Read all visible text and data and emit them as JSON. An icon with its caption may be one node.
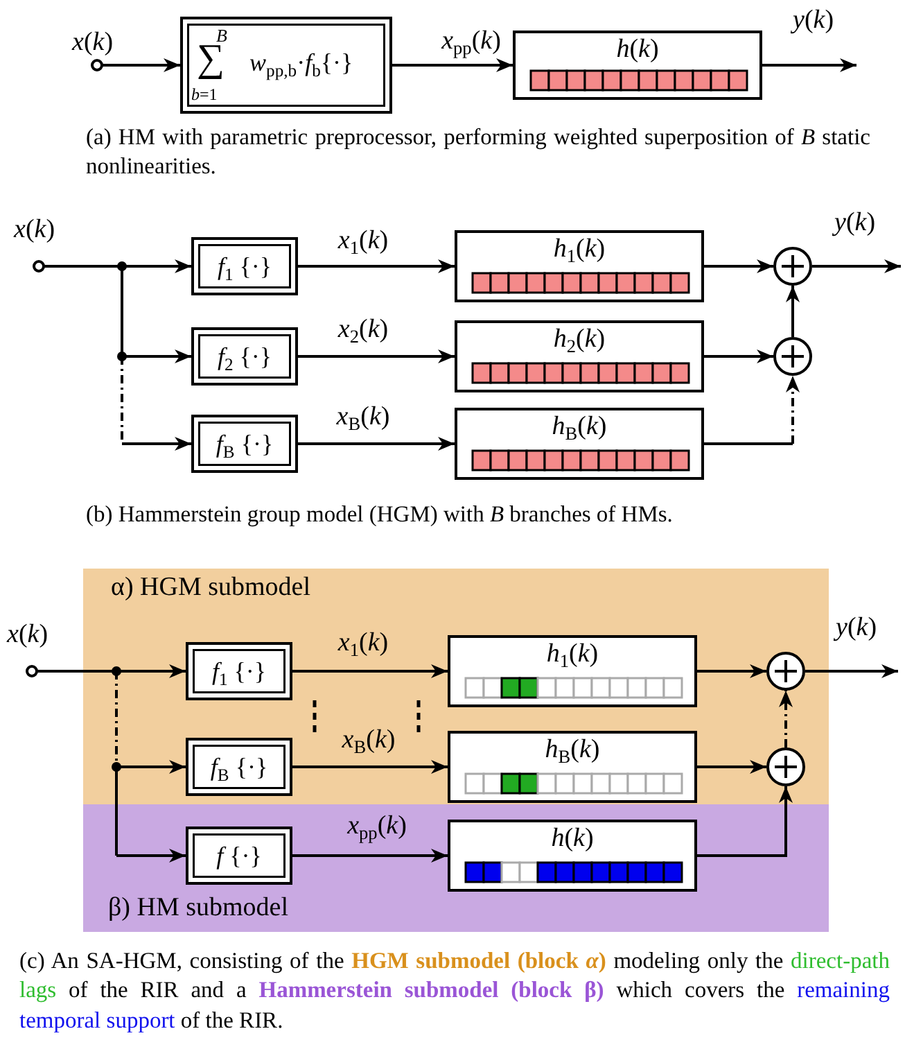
{
  "diagram": {
    "nodes": [
      {
        "text": [
          "*x*(*k*)"
        ]
      },
      {
        "text": [
          "*B*",
          "∑",
          "*b*=1",
          "*w*$_{pp,b}$·*f*$_{b}${·}"
        ]
      },
      {
        "text": [
          "*h*(*k*)"
        ]
      },
      {
        "text": [
          "*y*(*k*)"
        ]
      },
      {
        "text": [
          "*x*(*k*)"
        ]
      },
      {
        "text": [
          "*f*$_{1}$ {·}"
        ]
      },
      {
        "text": [
          "*f*$_{2}$ {·}"
        ]
      },
      {
        "text": [
          "*f*$_{B}$ {·}"
        ]
      },
      {
        "text": [
          "*h*$_{1}$(*k*)"
        ]
      },
      {
        "text": [
          "*h*$_{2}$(*k*)"
        ]
      },
      {
        "text": [
          "*h*$_{B}$(*k*)"
        ]
      },
      {
        "text": [],
        "shape": "circle"
      },
      {
        "text": [],
        "shape": "circle"
      },
      {
        "text": [
          "*y*(*k*)"
        ]
      },
      {
        "text": [
          "α) HGM submodel"
        ]
      },
      {
        "text": [
          "β) HM submodel"
        ]
      },
      {
        "text": [
          "*x*(*k*)"
        ]
      },
      {
        "text": [
          "*f*$_{1}$ {·}"
        ],
        "in": 14
      },
      {
        "text": [
          "*f*$_{B}$ {·}"
        ],
        "in": 14
      },
      {
        "text": [
          "*f* {·}"
        ],
        "in": 15
      },
      {
        "text": [
          "*h*$_{1}$(*k*)"
        ],
        "in": 14
      },
      {
        "text": [
          "*h*$_{B}$(*k*)"
        ],
        "in": 14
      },
      {
        "text": [
          "*h*(*k*)"
        ],
        "in": 15
      },
      {
        "text": [],
        "shape": "circle",
        "in": 14
      },
      {
        "text": [],
        "shape": "circle",
        "in": 14
      },
      {
        "text": [
          "*y*(*k*)"
        ]
      }
    ],
    "edges": [
      {
        "from": 0,
        "to": 1,
        "arrow": "to"
      },
      {
        "from": 1,
        "to": 2,
        "arrow": "to",
        "label": "*x*$_{pp}$(*k*)"
      },
      {
        "from": 2,
        "to": 3,
        "arrow": "to"
      },
      {
        "from": 4,
        "to": 5,
        "arrow": "to"
      },
      {
        "from": 4,
        "to": 6,
        "arrow": "to"
      },
      {
        "from": 4,
        "to": 7,
        "arrow": "to",
        "style": "dashed"
      },
      {
        "from": 5,
        "to": 8,
        "arrow": "to",
        "label": "*x*$_{1}$(*k*)"
      },
      {
        "from": 6,
        "to": 9,
        "arrow": "to",
        "label": "*x*$_{2}$(*k*)"
      },
      {
        "from": 7,
        "to": 10,
        "arrow": "to",
        "label": "*x*$_{B}$(*k*)"
      },
      {
        "from": 8,
        "to": 11,
        "arrow": "to"
      },
      {
        "from": 9,
        "to": 12,
        "arrow": "to"
      },
      {
        "from": 10,
        "to": 12,
        "arrow": "to",
        "style": "dashed"
      },
      {
        "from": 12,
        "to": 11,
        "arrow": "to"
      },
      {
        "from": 11,
        "to": 13,
        "arrow": "to"
      },
      {
        "from": 16,
        "to": 17,
        "arrow": "to"
      },
      {
        "from": 16,
        "to": 18,
        "arrow": "to",
        "style": "dashed"
      },
      {
        "from": 16,
        "to": 19,
        "arrow": "to",
        "style": "dashed"
      },
      {
        "from": 17,
        "to": 20,
        "arrow": "to",
        "label": "*x*$_{1}$(*k*)"
      },
      {
        "from": 18,
        "to": 21,
        "arrow": "to",
        "label": "*x*$_{B}$(*k*)"
      },
      {
        "from": 19,
        "to": 22,
        "arrow": "to",
        "label": "*x*$_{pp}$(*k*)"
      },
      {
        "from": 20,
        "to": 23,
        "arrow": "to"
      },
      {
        "from": 21,
        "to": 24,
        "arrow": "to"
      },
      {
        "from": 22,
        "to": 24,
        "arrow": "to"
      },
      {
        "from": 24,
        "to": 23,
        "arrow": "to",
        "style": "dashed"
      },
      {
        "from": 23,
        "to": 25,
        "arrow": "to"
      }
    ],
    "labels": [
      "(a) HM with parametric preprocessor, performing weighted superposition of *B* static nonlinearities.",
      "(b) Hammerstein group model (HGM) with *B* branches of HMs.",
      "(c) An SA-HGM, consisting of the",
      "HGM submodel (block *α*)",
      "modeling only the",
      "direct-path lags",
      "of the RIR and a",
      "Hammerstein submodel (block β)",
      "which covers the",
      "remaining temporal support",
      "of the RIR."
    ]
  }
}
